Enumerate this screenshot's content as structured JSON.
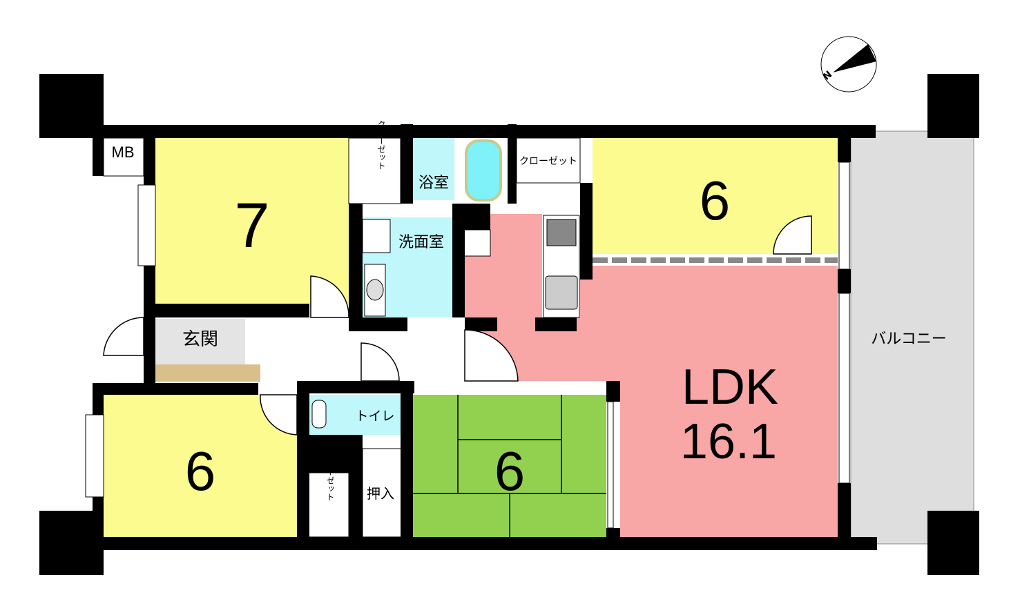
{
  "colors": {
    "yellow": "#fbfb8f",
    "pink": "#f8a6a6",
    "green": "#92d050",
    "lightblue": "#bff7fb",
    "tub": "#7ff1f9",
    "balcony": "#dedede",
    "entrance": "#e4e4e4",
    "wood": "#d9c08a",
    "wall": "#000000"
  },
  "labels": {
    "mb": "MB",
    "room_west_top": "7",
    "closet_1": "クローゼット",
    "bath": "浴室",
    "washroom": "洗面室",
    "closet_2": "クローゼット",
    "room_east_top": "6",
    "entrance": "玄関",
    "balcony": "バルコニー",
    "ldk": "LDK",
    "ldk_size": "16.1",
    "toilet": "トイレ",
    "room_west_bottom": "6",
    "closet_3": "クローゼット",
    "oshiire": "押入",
    "washitsu": "6",
    "compass_n": "N"
  }
}
